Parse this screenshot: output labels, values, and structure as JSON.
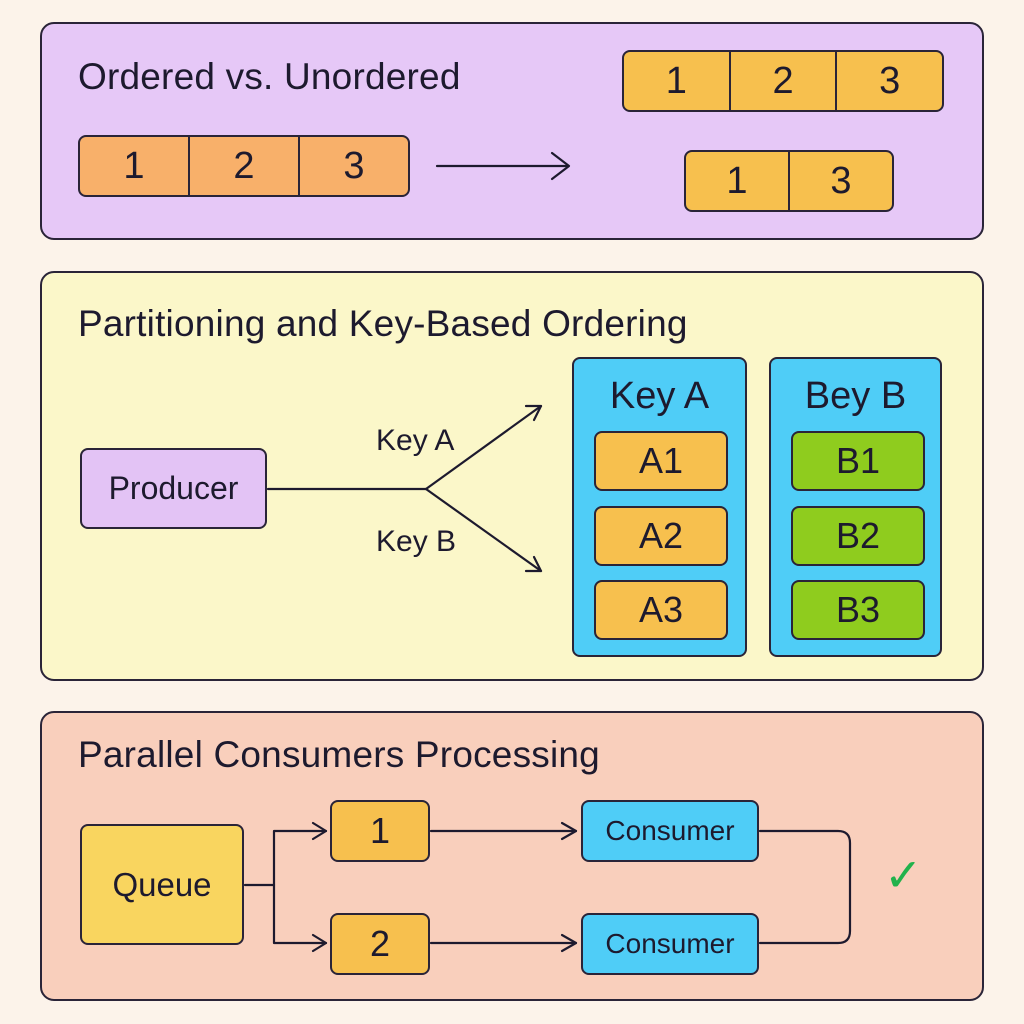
{
  "ordering": {
    "title": "Ordered vs. Unordered",
    "source": [
      "1",
      "2",
      "3"
    ],
    "ordered": [
      "1",
      "2",
      "3"
    ],
    "unordered": [
      "1",
      "3"
    ]
  },
  "partitioning": {
    "title": "Partitioning and Key-Based Ordering",
    "producer": "Producer",
    "route_a": "Key A",
    "route_b": "Key B",
    "partitions": [
      {
        "title": "Key A",
        "items": [
          "A1",
          "A2",
          "A3"
        ]
      },
      {
        "title": "Bey B",
        "items": [
          "B1",
          "B2",
          "B3"
        ]
      }
    ]
  },
  "parallel": {
    "title": "Parallel Consumers Processing",
    "queue": "Queue",
    "messages": [
      "1",
      "2"
    ],
    "consumers": [
      "Consumer",
      "Consumer"
    ],
    "done": "✓"
  },
  "colors": {
    "panel_ordering": "#e6c8f7",
    "panel_partitioning": "#fbf7c9",
    "panel_parallel": "#f9cfbc",
    "orange": "#f8b06a",
    "yellow": "#f7c04e",
    "cyan": "#4fcdf7",
    "green": "#8fcc1e",
    "check": "#22b24c"
  }
}
